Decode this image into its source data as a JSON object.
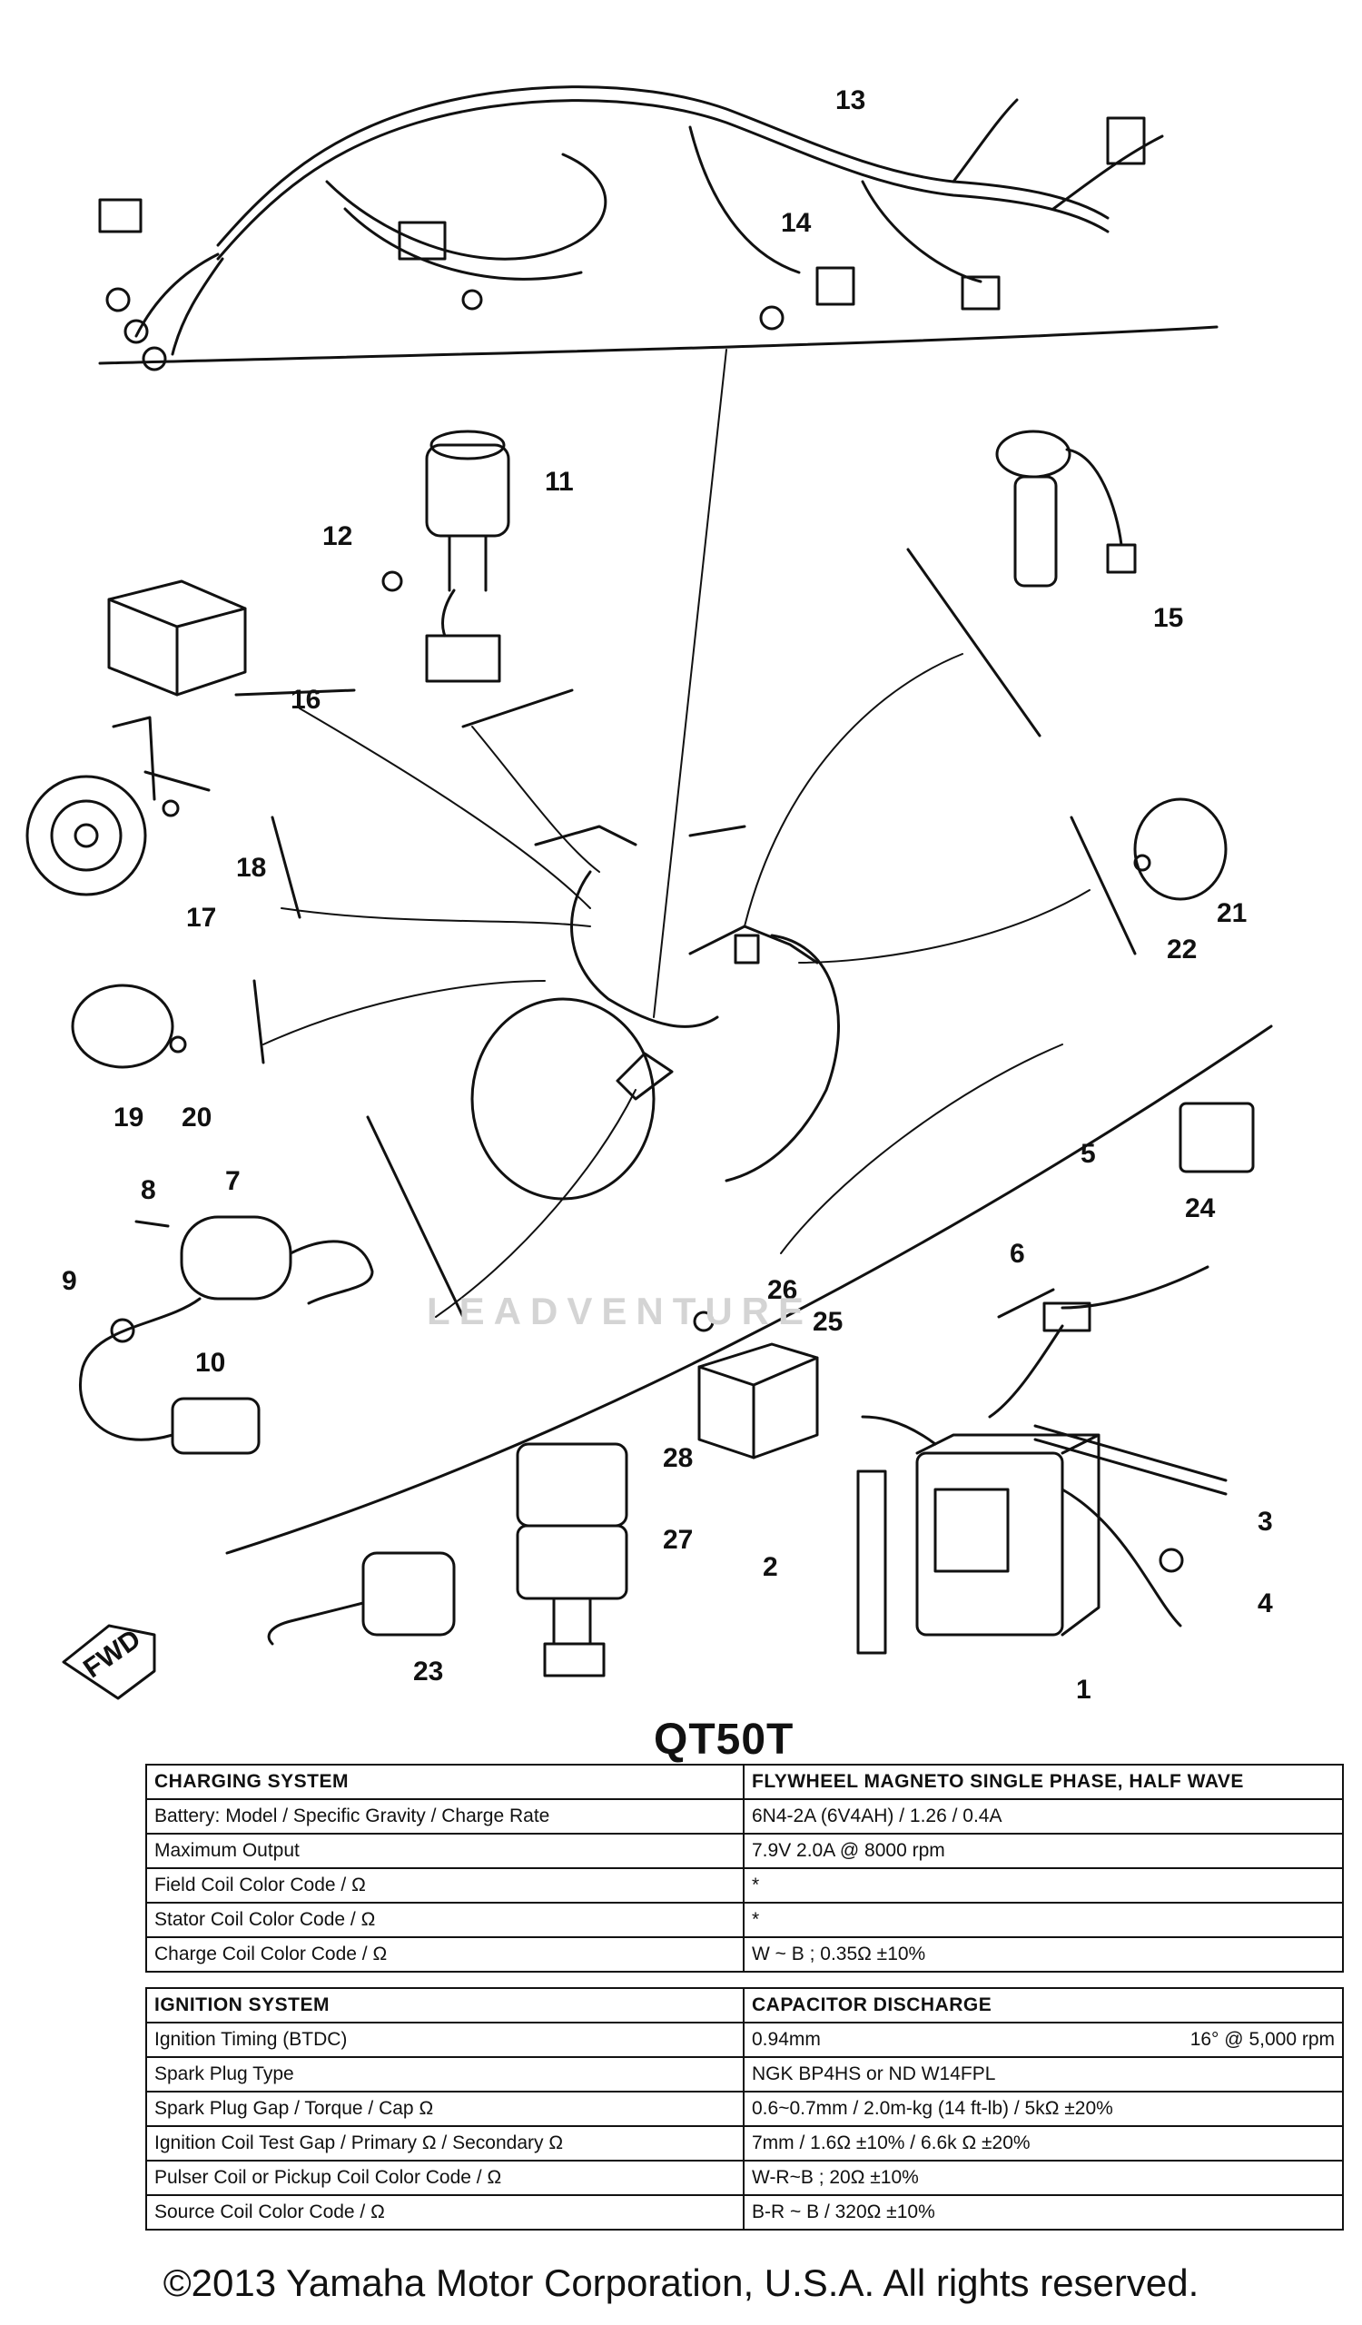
{
  "diagram": {
    "callouts": [
      "13",
      "14",
      "11",
      "12",
      "15",
      "16",
      "18",
      "17",
      "21",
      "22",
      "19",
      "20",
      "8",
      "7",
      "9",
      "10",
      "5",
      "6",
      "24",
      "26",
      "25",
      "28",
      "27",
      "3",
      "2",
      "4",
      "23",
      "1"
    ],
    "fwd_label": "FWD",
    "watermark": "LEADVENTURE"
  },
  "model": "QT50T",
  "charging": {
    "header": {
      "label": "CHARGING SYSTEM",
      "value": "Flywheel Magneto Single Phase, Half Wave"
    },
    "rows": [
      {
        "label": "Battery: Model / Specific Gravity / Charge Rate",
        "value": "6N4-2A (6V4AH) / 1.26 / 0.4A"
      },
      {
        "label": "Maximum Output",
        "value": "7.9V 2.0A @ 8000 rpm"
      },
      {
        "label": "Field Coil Color Code / Ω",
        "value": "*"
      },
      {
        "label": "Stator Coil Color Code / Ω",
        "value": "*"
      },
      {
        "label": "Charge Coil Color Code / Ω",
        "value": "W ~ B ; 0.35Ω ±10%"
      }
    ]
  },
  "ignition": {
    "header": {
      "label": "IGNITION SYSTEM",
      "value": "Capacitor Discharge"
    },
    "timing": {
      "label": "Ignition Timing (BTDC)",
      "value": "0.94mm",
      "value2": "16° @ 5,000 rpm"
    },
    "rows": [
      {
        "label": "Spark Plug Type",
        "value": "NGK BP4HS or ND W14FPL"
      },
      {
        "label": "Spark Plug Gap / Torque / Cap Ω",
        "value": "0.6~0.7mm / 2.0m-kg (14 ft-lb) / 5kΩ ±20%"
      },
      {
        "label": "Ignition Coil Test Gap / Primary Ω / Secondary Ω",
        "value": "7mm / 1.6Ω ±10% / 6.6k Ω ±20%"
      },
      {
        "label": "Pulser Coil or Pickup Coil Color Code / Ω",
        "value": "W-R~B ; 20Ω ±10%"
      },
      {
        "label": "Source Coil Color Code / Ω",
        "value": "B-R ~ B / 320Ω ±10%"
      }
    ]
  },
  "copyright": "©2013 Yamaha Motor Corporation, U.S.A. All rights reserved."
}
